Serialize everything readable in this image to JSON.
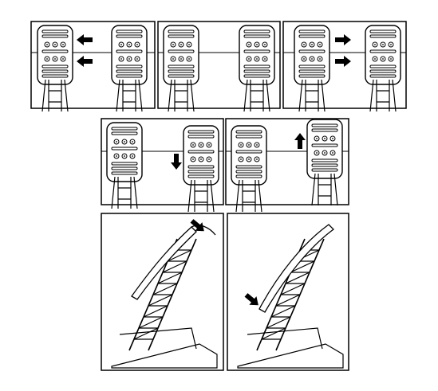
{
  "figure": {
    "background": "#ffffff",
    "line_color": "#000000",
    "panels": [
      {
        "id": "row1-left",
        "view": "front",
        "arrows": [
          "left-arrow",
          "left-arrow"
        ]
      },
      {
        "id": "row1-mid",
        "view": "front",
        "arrows": []
      },
      {
        "id": "row1-right",
        "view": "front",
        "arrows": [
          "right-arrow",
          "right-arrow"
        ]
      },
      {
        "id": "row2-left",
        "view": "front",
        "arrows": [
          "down-arrow"
        ]
      },
      {
        "id": "row2-right",
        "view": "front",
        "arrows": [
          "up-arrow"
        ]
      },
      {
        "id": "row3-left",
        "view": "side",
        "arrows": [
          "diagonal-down-right-arrow"
        ]
      },
      {
        "id": "row3-right",
        "view": "side",
        "arrows": [
          "diagonal-down-right-arrow"
        ]
      }
    ]
  }
}
